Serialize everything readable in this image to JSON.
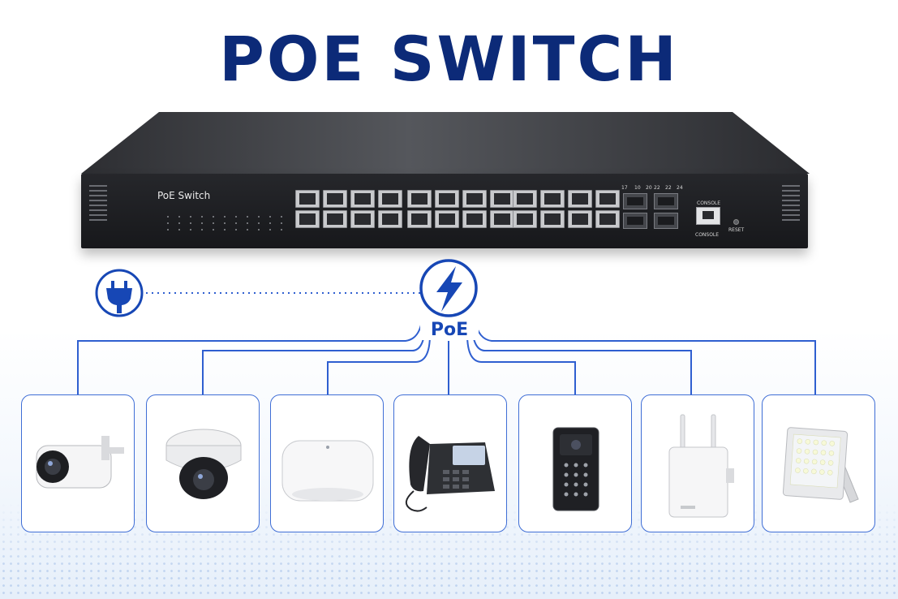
{
  "header": {
    "title": "POE SWITCH"
  },
  "switch": {
    "model_label": "PoE Switch",
    "console_label": "CONSOLE",
    "console_label_bottom": "CONSOLE",
    "reset_label": "RESET",
    "sfp_labels": [
      "17",
      "10",
      "20",
      "22",
      "22",
      "24"
    ]
  },
  "network": {
    "center_label": "PoE"
  },
  "icons": {
    "power_plug": "power-plug-icon",
    "lightning": "lightning-bolt-icon"
  },
  "colors": {
    "title": "#0c2a78",
    "accent_blue": "#1747b5",
    "line_blue": "#2f5fd0",
    "cable_blue": "#1d6fe0",
    "switch_body": "#1b1c1f"
  },
  "devices": [
    {
      "icon": "bullet-camera-icon"
    },
    {
      "icon": "dome-camera-icon"
    },
    {
      "icon": "wireless-access-point-icon"
    },
    {
      "icon": "ip-phone-icon"
    },
    {
      "icon": "access-control-keypad-icon"
    },
    {
      "icon": "outdoor-router-icon"
    },
    {
      "icon": "led-floodlight-icon"
    }
  ]
}
